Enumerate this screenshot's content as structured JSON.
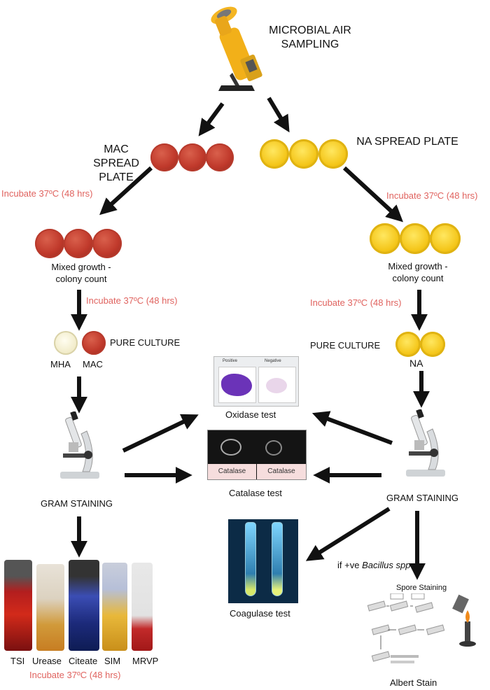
{
  "title": "MICROBIAL AIR SAMPLING",
  "left": {
    "mac_spread_label": "MAC SPREAD PLATE",
    "incubate_1": "Incubate 37ºC (48 hrs)",
    "mixed_growth": "Mixed growth -colony count",
    "incubate_2": "Incubate 37ºC (48 hrs)",
    "mha": "MHA",
    "mac": "MAC",
    "pure_culture": "PURE CULTURE",
    "gram_staining": "GRAM STAINING",
    "tests": [
      "TSI",
      "Urease",
      "Citeate",
      "SIM",
      "MRVP"
    ],
    "incubate_3": "Incubate 37ºC (48 hrs)"
  },
  "right": {
    "na_spread_label": "NA SPREAD PLATE",
    "incubate_1": "Incubate 37ºC (48 hrs)",
    "mixed_growth": "Mixed growth -colony count",
    "incubate_2": "Incubate 37ºC (48 hrs)",
    "pure_culture": "PURE CULTURE",
    "na": "NA",
    "gram_staining": "GRAM STAINING",
    "bacillus_prefix": "if +ve",
    "bacillus_name": "Bacillus spp",
    "spore_staining": "Spore Staining",
    "albert_stain": "Albert Stain"
  },
  "center": {
    "oxidase_positive": "Positive",
    "oxidase_negative": "Negative",
    "oxidase_test": "Oxidase test",
    "catalase_left": "Catalase",
    "catalase_right": "Catalase",
    "catalase_test": "Catalase test",
    "coagulase_test": "Coagulase test"
  },
  "colors": {
    "incubate_text": "#e0635f",
    "mac_plate": "#c0392b",
    "na_plate": "#f4c518",
    "arrow": "#111111"
  }
}
